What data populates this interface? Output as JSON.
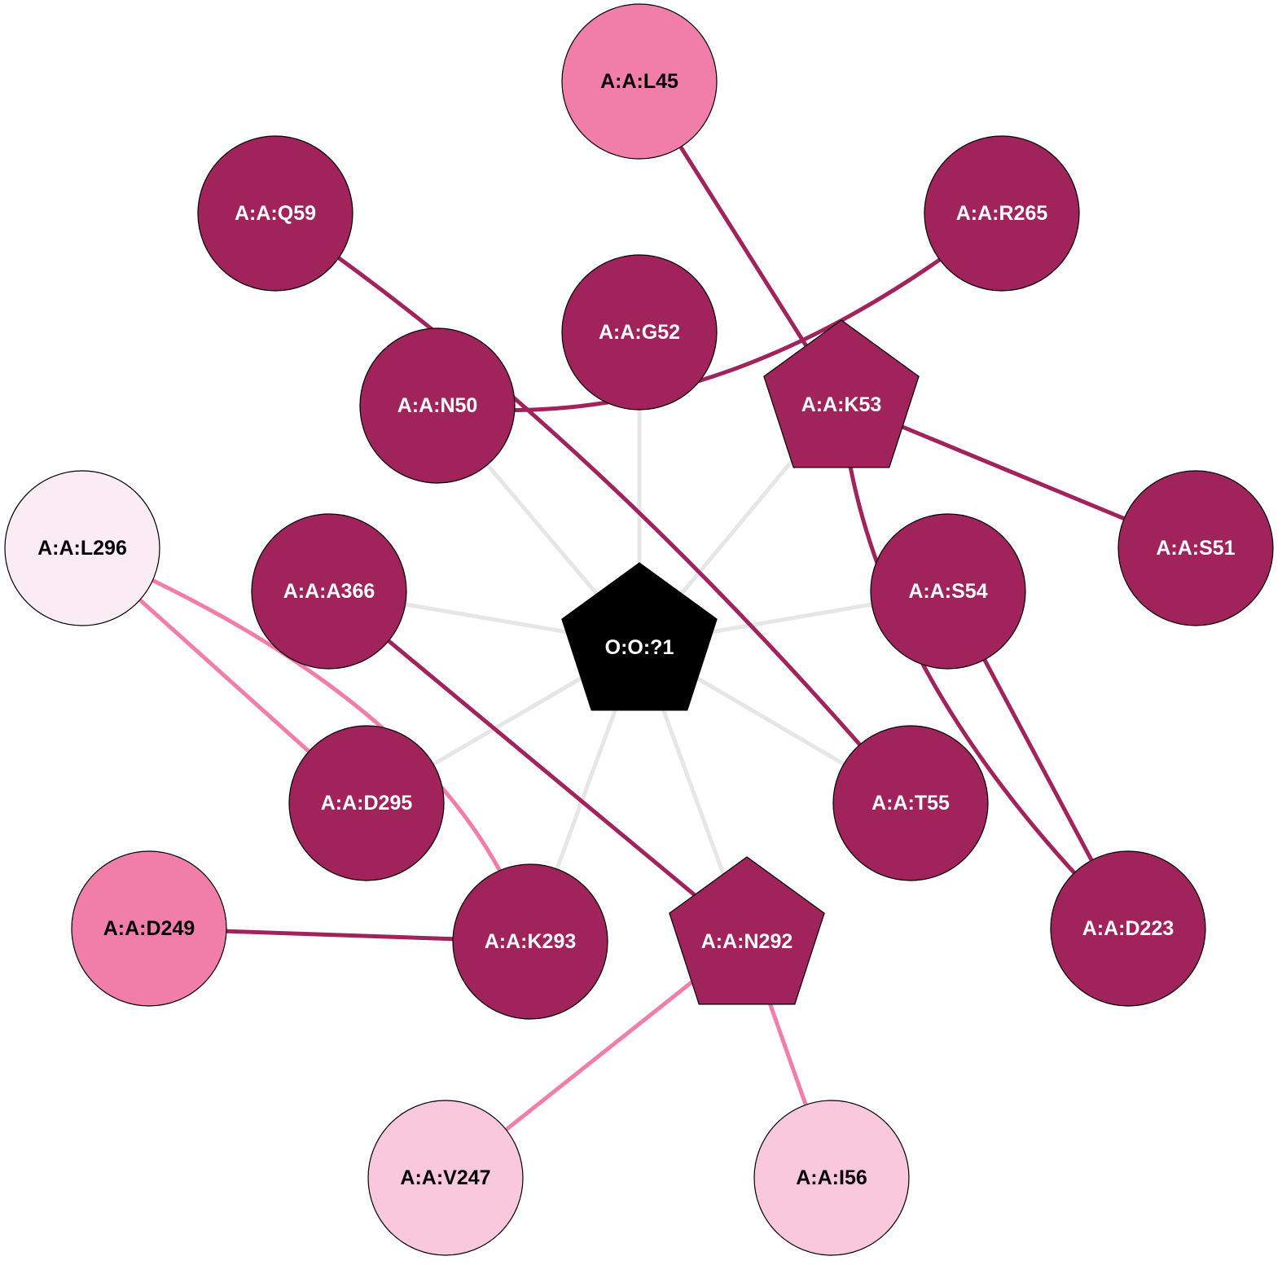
{
  "colors": {
    "dark": "#a0235c",
    "medium": "#f07ea9",
    "light": "#f9c8dc",
    "pale": "#fbebf2",
    "center": "#000000",
    "edge_center": "#e6e6e6",
    "label_light": "#ffffff",
    "label_dark": "#000000"
  },
  "nodes": [
    {
      "id": "O:O:?1",
      "label": "O:O:?1",
      "shape": "pentagon",
      "fill": "center"
    },
    {
      "id": "A:A:L45",
      "label": "A:A:L45",
      "shape": "circle",
      "fill": "medium"
    },
    {
      "id": "A:A:Q59",
      "label": "A:A:Q59",
      "shape": "circle",
      "fill": "dark"
    },
    {
      "id": "A:A:R265",
      "label": "A:A:R265",
      "shape": "circle",
      "fill": "dark"
    },
    {
      "id": "A:A:G52",
      "label": "A:A:G52",
      "shape": "circle",
      "fill": "dark"
    },
    {
      "id": "A:A:N50",
      "label": "A:A:N50",
      "shape": "circle",
      "fill": "dark"
    },
    {
      "id": "A:A:K53",
      "label": "A:A:K53",
      "shape": "pentagon",
      "fill": "dark"
    },
    {
      "id": "A:A:S51",
      "label": "A:A:S51",
      "shape": "circle",
      "fill": "dark"
    },
    {
      "id": "A:A:L296",
      "label": "A:A:L296",
      "shape": "circle",
      "fill": "pale"
    },
    {
      "id": "A:A:A366",
      "label": "A:A:A366",
      "shape": "circle",
      "fill": "dark"
    },
    {
      "id": "A:A:S54",
      "label": "A:A:S54",
      "shape": "circle",
      "fill": "dark"
    },
    {
      "id": "A:A:D295",
      "label": "A:A:D295",
      "shape": "circle",
      "fill": "dark"
    },
    {
      "id": "A:A:T55",
      "label": "A:A:T55",
      "shape": "circle",
      "fill": "dark"
    },
    {
      "id": "A:A:D249",
      "label": "A:A:D249",
      "shape": "circle",
      "fill": "medium"
    },
    {
      "id": "A:A:K293",
      "label": "A:A:K293",
      "shape": "circle",
      "fill": "dark"
    },
    {
      "id": "A:A:N292",
      "label": "A:A:N292",
      "shape": "pentagon",
      "fill": "dark"
    },
    {
      "id": "A:A:D223",
      "label": "A:A:D223",
      "shape": "circle",
      "fill": "dark"
    },
    {
      "id": "A:A:V247",
      "label": "A:A:V247",
      "shape": "circle",
      "fill": "light"
    },
    {
      "id": "A:A:I56",
      "label": "A:A:I56",
      "shape": "circle",
      "fill": "light"
    }
  ],
  "edges": [
    {
      "from": "O:O:?1",
      "to": "A:A:N50",
      "color": "edge_center"
    },
    {
      "from": "O:O:?1",
      "to": "A:A:G52",
      "color": "edge_center"
    },
    {
      "from": "O:O:?1",
      "to": "A:A:K53",
      "color": "edge_center"
    },
    {
      "from": "O:O:?1",
      "to": "A:A:A366",
      "color": "edge_center"
    },
    {
      "from": "O:O:?1",
      "to": "A:A:S54",
      "color": "edge_center"
    },
    {
      "from": "O:O:?1",
      "to": "A:A:D295",
      "color": "edge_center"
    },
    {
      "from": "O:O:?1",
      "to": "A:A:T55",
      "color": "edge_center"
    },
    {
      "from": "O:O:?1",
      "to": "A:A:K293",
      "color": "edge_center"
    },
    {
      "from": "O:O:?1",
      "to": "A:A:N292",
      "color": "edge_center"
    },
    {
      "from": "A:A:L45",
      "to": "A:A:K53",
      "color": "dark"
    },
    {
      "from": "A:A:Q59",
      "to": "A:A:T55",
      "color": "dark"
    },
    {
      "from": "A:A:R265",
      "to": "A:A:N50",
      "color": "dark"
    },
    {
      "from": "A:A:K53",
      "to": "A:A:S51",
      "color": "dark"
    },
    {
      "from": "A:A:K53",
      "to": "A:A:D223",
      "color": "dark"
    },
    {
      "from": "A:A:S54",
      "to": "A:A:D223",
      "color": "dark"
    },
    {
      "from": "A:A:A366",
      "to": "A:A:N292",
      "color": "dark"
    },
    {
      "from": "A:A:L296",
      "to": "A:A:D295",
      "color": "medium"
    },
    {
      "from": "A:A:L296",
      "to": "A:A:K293",
      "color": "medium"
    },
    {
      "from": "A:A:D249",
      "to": "A:A:K293",
      "color": "dark"
    },
    {
      "from": "A:A:N292",
      "to": "A:A:V247",
      "color": "medium"
    },
    {
      "from": "A:A:N292",
      "to": "A:A:I56",
      "color": "medium"
    }
  ]
}
